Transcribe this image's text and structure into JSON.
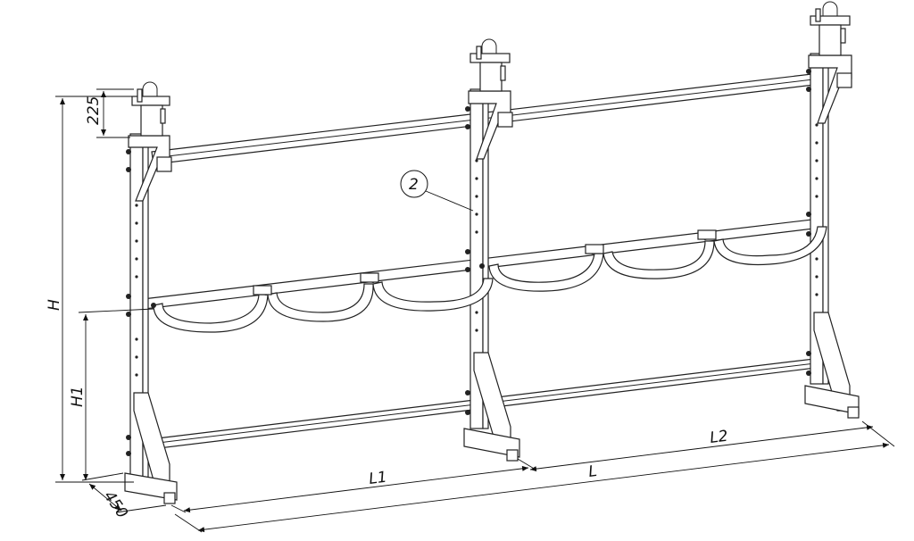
{
  "drawing": {
    "dimensions": {
      "top_offset": "225",
      "height": "H",
      "height_lower": "H1",
      "depth": "450",
      "length_1": "L1",
      "length_total": "L",
      "length_2": "L2"
    },
    "callout": "2"
  }
}
